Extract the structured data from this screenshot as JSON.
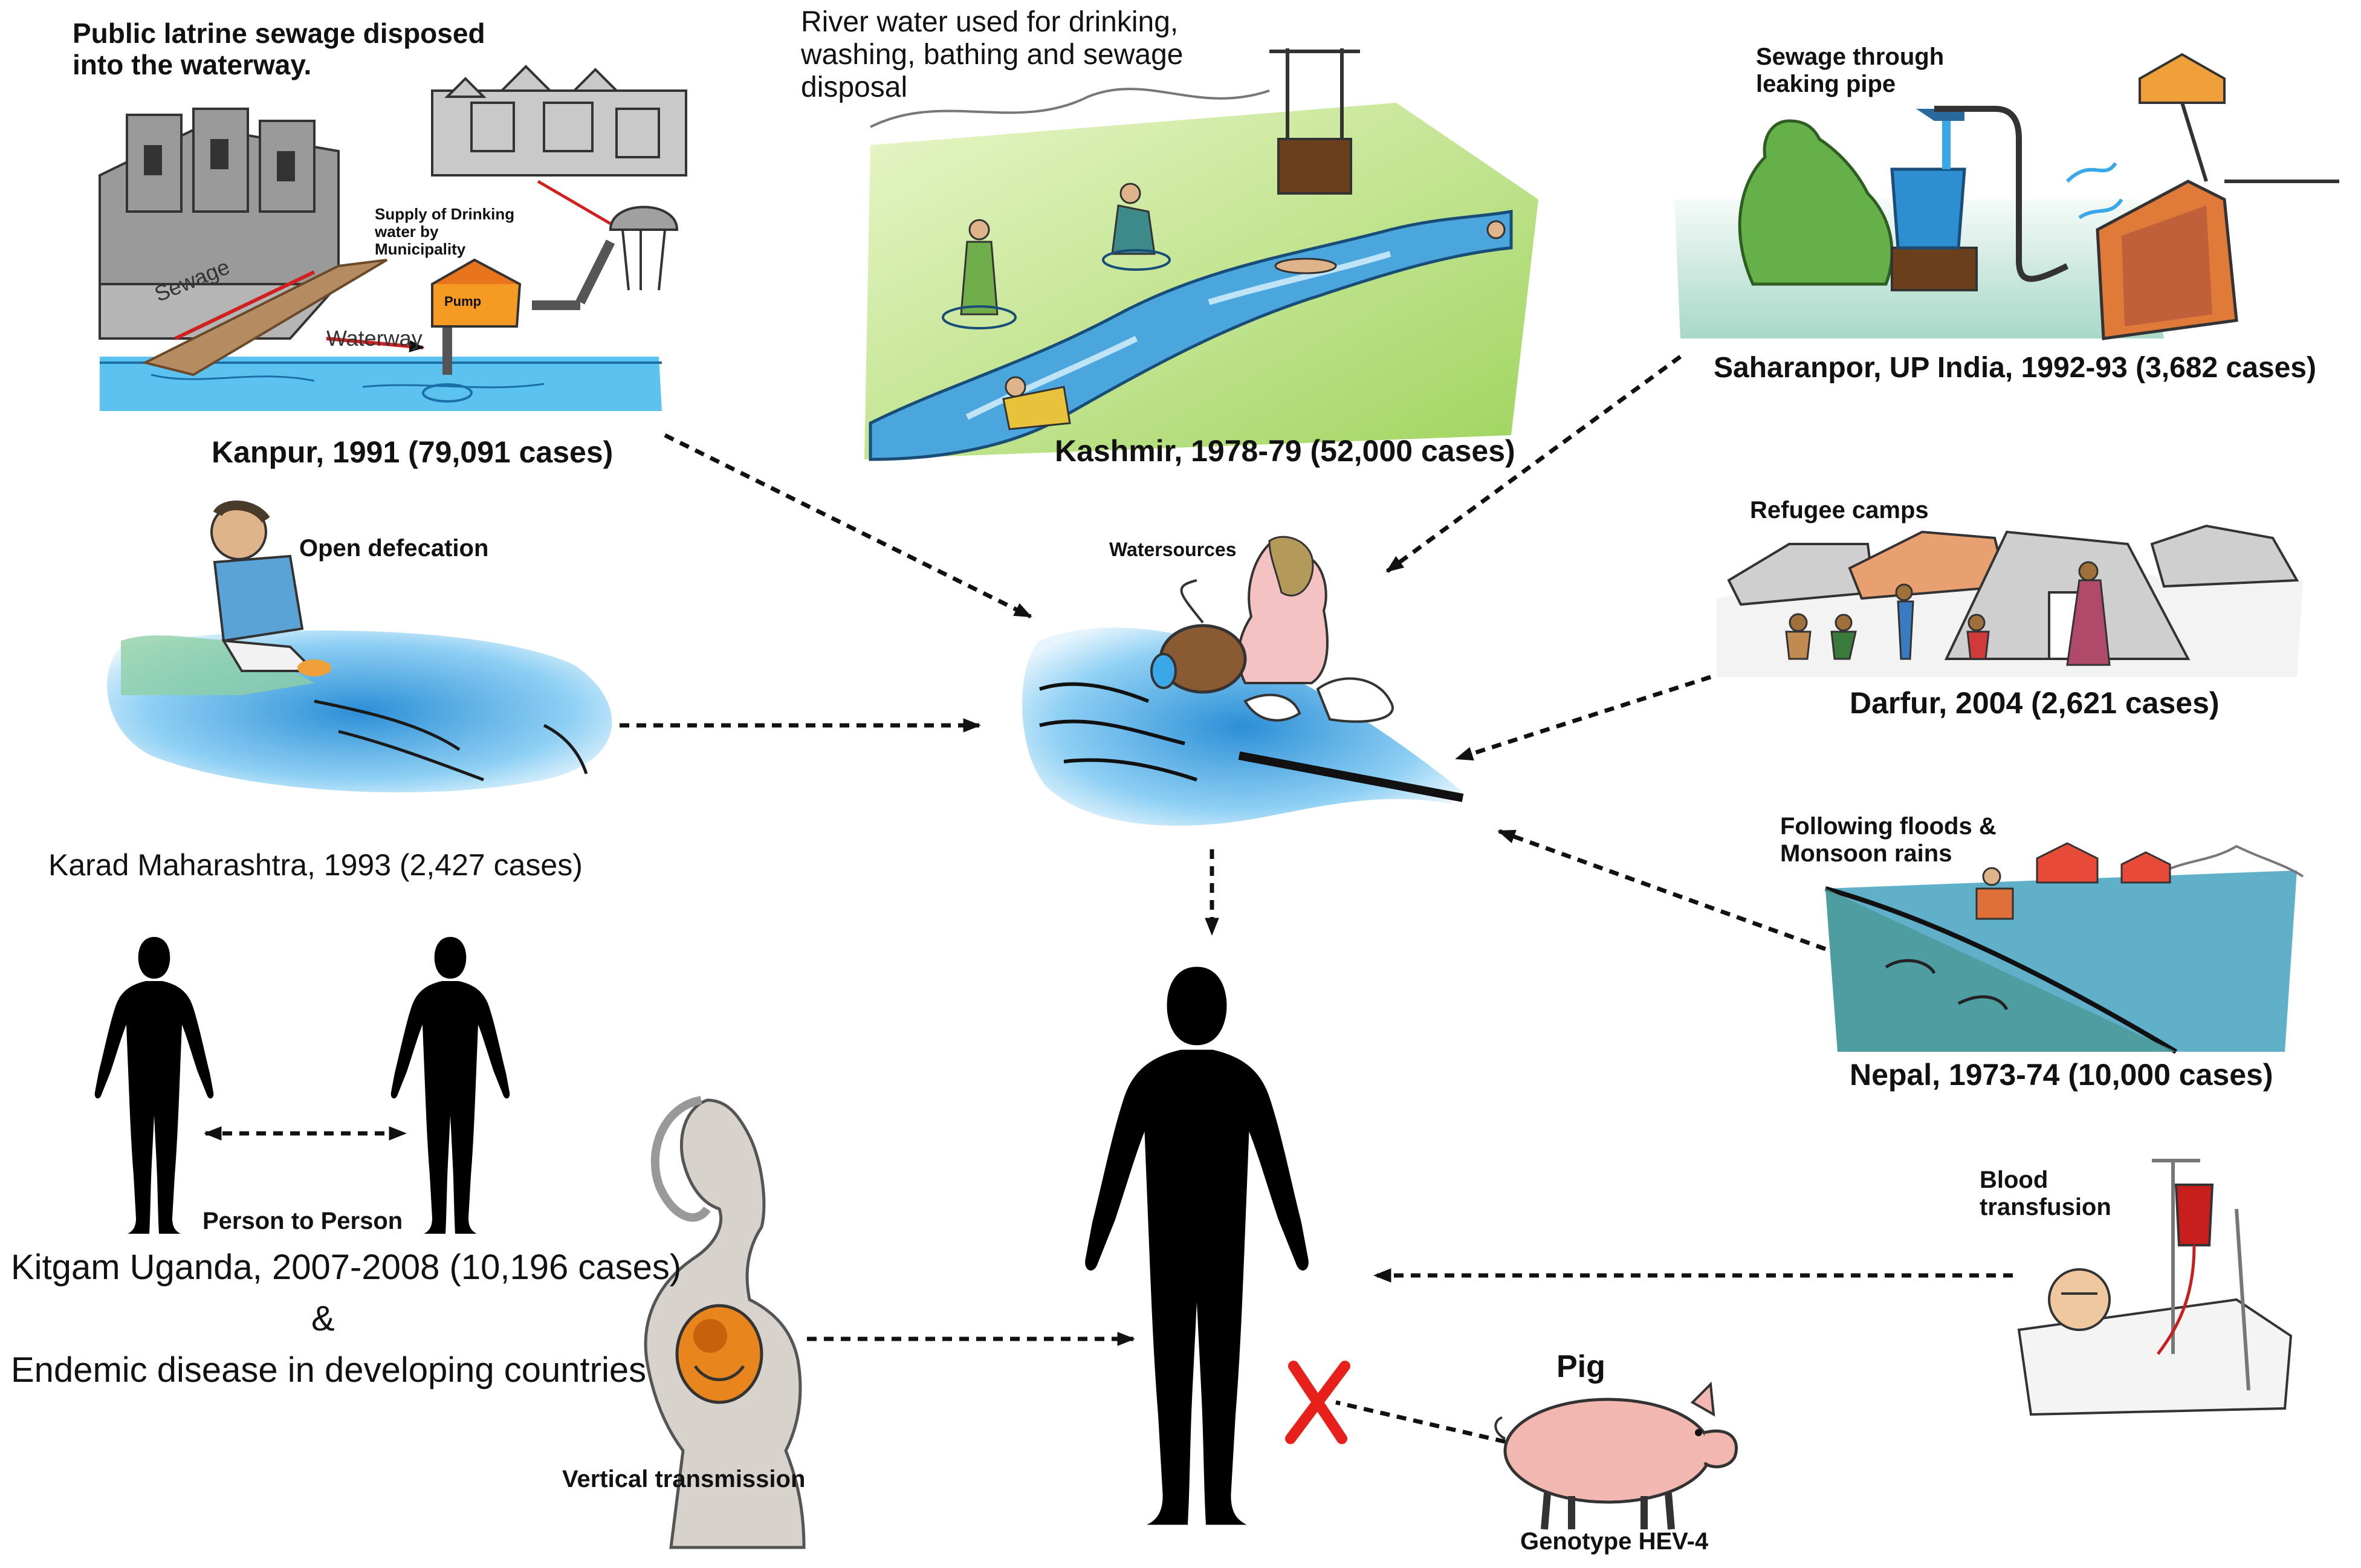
{
  "scenes": {
    "kanpur": {
      "title": "Public latrine sewage disposed into the waterway.",
      "sewage": "Sewage",
      "waterway": "Waterway",
      "supply": "Supply of Drinking water by Municipality",
      "pump": "Pump",
      "caption": "Kanpur, 1991 (79,091 cases)"
    },
    "kashmir": {
      "title": "River water used for drinking, washing, bathing and sewage disposal",
      "caption": "Kashmir, 1978-79 (52,000 cases)"
    },
    "saharanpor": {
      "title": "Sewage through leaking pipe",
      "caption": "Saharanpor, UP India, 1992-93 (3,682 cases)"
    },
    "karad": {
      "title": "Open defecation",
      "caption": "Karad Maharashtra, 1993 (2,427 cases)"
    },
    "watersources": {
      "title": "Watersources"
    },
    "darfur": {
      "title": "Refugee camps",
      "caption": "Darfur, 2004 (2,621 cases)"
    },
    "nepal": {
      "title": "Following floods & Monsoon rains",
      "caption": "Nepal, 1973-74 (10,000 cases)"
    },
    "person": {
      "title": "Person to Person",
      "caption": "Kitgam Uganda, 2007-2008 (10,196 cases)",
      "amp": "&",
      "endemic": "Endemic disease in developing countries"
    },
    "vertical": {
      "title": "Vertical transmission"
    },
    "pig": {
      "title": "Pig",
      "genotype": "Genotype HEV-4"
    },
    "blood": {
      "title": "Blood transfusion"
    }
  },
  "colors": {
    "water": "#3aa7e8",
    "grass": "#b9df7a",
    "arrow": "#111111",
    "cross": "#e8201c",
    "pig": "#f2b7b0",
    "fetus": "#e8851c",
    "blood": "#c81e1e"
  }
}
